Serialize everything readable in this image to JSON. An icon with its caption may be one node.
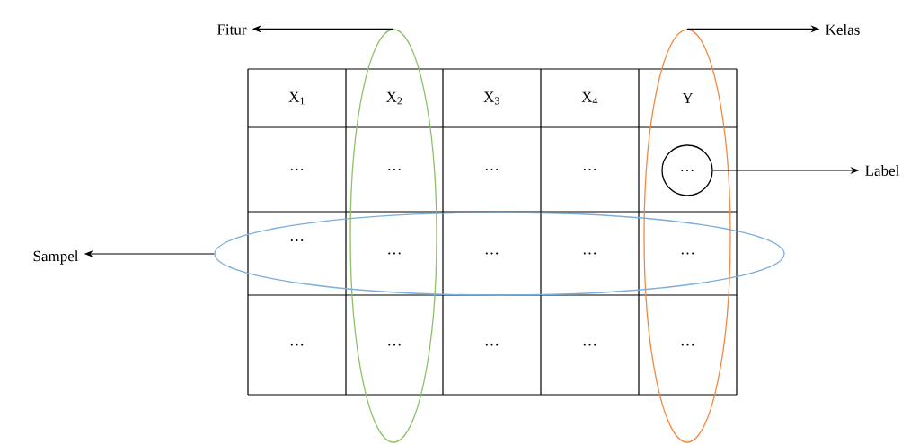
{
  "diagram": {
    "nodes": [
      {
        "text": [
          "Fitur"
        ]
      },
      {
        "text": [
          "Kelas"
        ]
      },
      {
        "text": [
          "Label"
        ]
      },
      {
        "text": [
          "Sampel"
        ]
      },
      {
        "text": [],
        "shape": "ellipse"
      },
      {
        "text": [],
        "shape": "ellipse"
      },
      {
        "text": [
          "…"
        ],
        "in": 5
      },
      {
        "text": [],
        "shape": "ellipse"
      }
    ],
    "edges": [
      {
        "from": 4,
        "to": 0,
        "arrow": "to"
      },
      {
        "from": 5,
        "to": 1,
        "arrow": "to"
      },
      {
        "from": 6,
        "to": 2,
        "arrow": "to"
      },
      {
        "from": 7,
        "to": 3,
        "arrow": "to"
      }
    ],
    "labels": [
      "X$_{1}$",
      "X$_{2}$",
      "X$_{3}$",
      "X$_{4}$",
      "Y",
      "…",
      "…",
      "…",
      "…",
      "…",
      "…",
      "…",
      "…",
      "…",
      "…",
      "…",
      "…",
      "…",
      "…"
    ]
  }
}
